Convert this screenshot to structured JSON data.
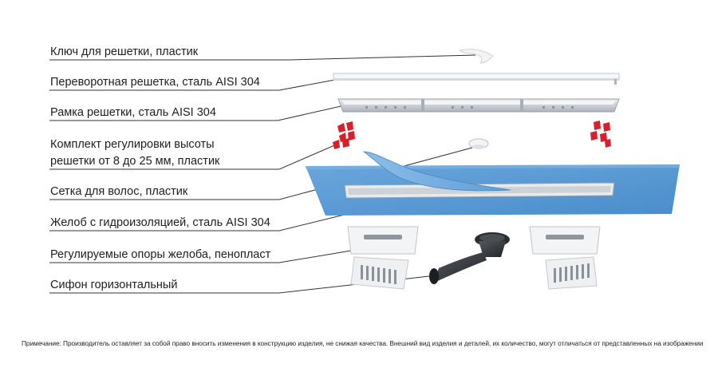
{
  "labels": {
    "key": "Ключ для решетки, пластик",
    "grate_reversible": "Переворотная решетка, сталь AISI 304",
    "grate_frame": "Рамка решетки, сталь AISI 304",
    "height_kit_line1": "Комплект регулировки высоты",
    "height_kit_line2": "решетки от 8 до 25 мм, пластик",
    "hair_mesh": "Сетка для волос, пластик",
    "channel": "Желоб с гидроизоляцией, сталь AISI 304",
    "supports": "Регулируемые опоры желоба, пенопласт",
    "siphon": "Сифон горизонтальный"
  },
  "note": "Примечание: Производитель оставляет за собой право вносить изменения в конструкцию изделия, не снижая качества. Внешний вид изделия и деталей, их количество, могут отличаться от представленных на изображении",
  "colors": {
    "membrane": "#5a9bd5",
    "membrane_light": "#7fb4e3",
    "steel": "#c9ced4",
    "adjuster_red": "#d8202a",
    "siphon": "#3a3d41",
    "leader_line": "#333333"
  }
}
